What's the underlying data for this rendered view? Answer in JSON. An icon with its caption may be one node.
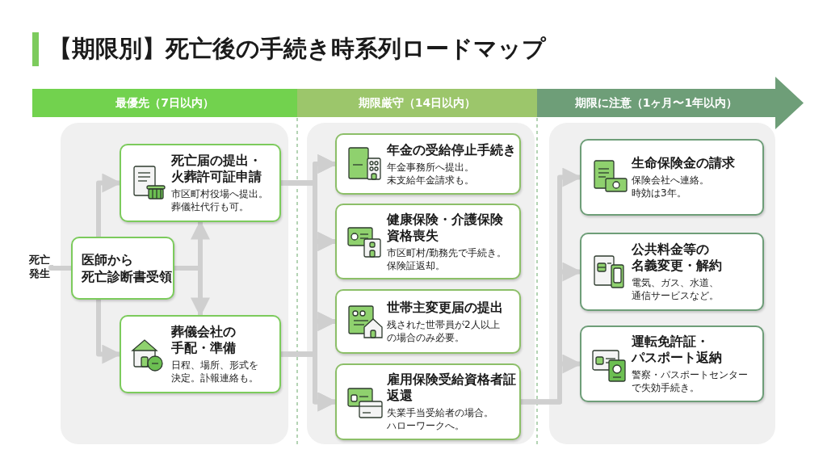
{
  "diagram": {
    "title": "【期限別】死亡後の手続き時系列ロードマップ",
    "nodes": [
      {
        "text": [
          "最優先（7日以内）"
        ]
      },
      {
        "text": [
          "期限厳守（14日以内）"
        ]
      },
      {
        "text": [
          "期限に注意（1ヶ月〜1年以内）"
        ]
      },
      {
        "text": [
          "死亡発生"
        ]
      },
      {
        "text": [
          "医師から死亡診断書受領"
        ]
      },
      {
        "text": [
          "死亡届の提出・火葬許可証申請",
          "市区町村役場へ提出。葬儀社代行も可。"
        ]
      },
      {
        "text": [
          "葬儀会社の手配・準備",
          "日程、場所、形式を決定。訃報連絡も。"
        ]
      },
      {
        "text": [
          "年金の受給停止手続き",
          "年金事務所へ提出。未支給年金請求も。"
        ]
      },
      {
        "text": [
          "健康保険・介護保険資格喪失",
          "市区町村/勤務先で手続き。保険証返却。"
        ]
      },
      {
        "text": [
          "世帯主変更届の提出",
          "残された世帯員が2人以上の場合のみ必要。"
        ]
      },
      {
        "text": [
          "雇用保険受給資格者証返還",
          "失業手当受給者の場合。ハローワークへ。"
        ]
      },
      {
        "text": [
          "生命保険金の請求",
          "保険会社へ連絡。時効は3年。"
        ]
      },
      {
        "text": [
          "公共料金等の名義変更・解約",
          "電気、ガス、水道、通信サービスなど。"
        ]
      },
      {
        "text": [
          "運転免許証・パスポート返納",
          "警察・パスポートセンターで失効手続き。"
        ]
      }
    ],
    "edges": [
      {
        "from": 3,
        "to": 4,
        "arrow": "none"
      },
      {
        "from": 4,
        "to": 5,
        "arrow": "to"
      },
      {
        "from": 4,
        "to": 6,
        "arrow": "to"
      },
      {
        "from": 4,
        "to": 5,
        "arrow": "to"
      },
      {
        "from": 4,
        "to": 6,
        "arrow": "to"
      },
      {
        "from": 5,
        "to": 7,
        "arrow": "to"
      },
      {
        "from": 5,
        "to": 8,
        "arrow": "to"
      },
      {
        "from": 5,
        "to": 9,
        "arrow": "to"
      },
      {
        "from": 5,
        "to": 10,
        "arrow": "to"
      },
      {
        "from": 6,
        "to": 7,
        "arrow": "to"
      },
      {
        "from": 6,
        "to": 8,
        "arrow": "to"
      },
      {
        "from": 6,
        "to": 9,
        "arrow": "to"
      },
      {
        "from": 6,
        "to": 10,
        "arrow": "to"
      },
      {
        "from": 10,
        "to": 11,
        "arrow": "to"
      },
      {
        "from": 10,
        "to": 12,
        "arrow": "to"
      },
      {
        "from": 10,
        "to": 13,
        "arrow": "to"
      }
    ]
  }
}
